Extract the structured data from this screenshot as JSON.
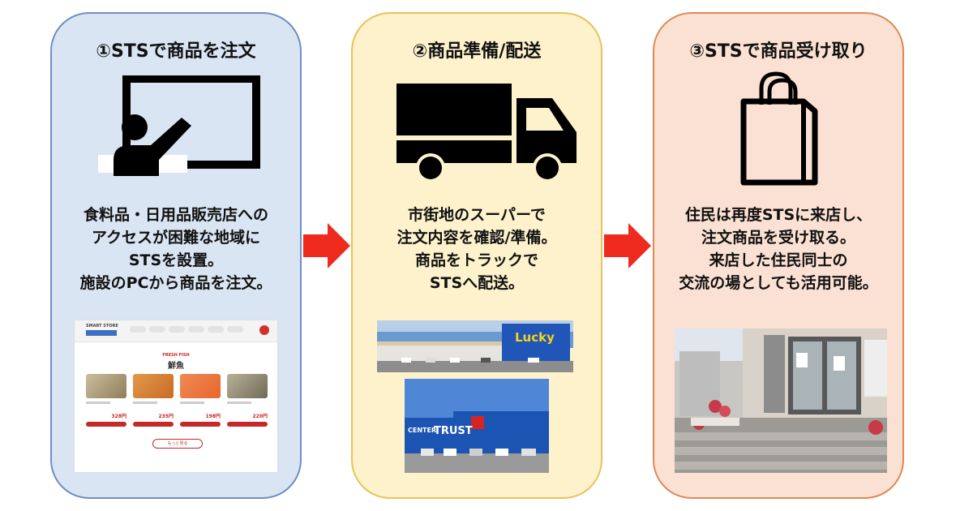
{
  "steps": [
    {
      "title": "①STSで商品を注文",
      "icon": "presentation-board-icon",
      "lines": [
        "食料品・日用品販売店への",
        "アクセスが困難な地域に",
        "STSを設置。",
        "施設のPCから商品を注文。"
      ],
      "screenshot": {
        "logo": "SMART STORE",
        "section_sub": "FRESH FISH",
        "section_title": "鮮魚",
        "prices": [
          "328円",
          "235円",
          "198円",
          "220円"
        ],
        "more_button": "もっと見る"
      }
    },
    {
      "title": "②商品準備/配送",
      "icon": "delivery-truck-icon",
      "lines": [
        "市街地のスーパーで",
        "注文内容を確認/準備。",
        "商品をトラックで",
        "STSへ配送。"
      ],
      "store_signs": [
        "Lucky",
        "CENTER",
        "TRUST"
      ]
    },
    {
      "title": "③STSで商品受け取り",
      "icon": "shopping-bag-icon",
      "lines": [
        "住民は再度STSに来店し、",
        "注文商品を受け取る。",
        "来店した住民同士の",
        "交流の場としても活用可能。"
      ]
    }
  ],
  "colors": {
    "panel1_bg": "#dae5f3",
    "panel2_bg": "#fdf2cc",
    "panel3_bg": "#fbe1d3",
    "arrow": "#ef2b1f"
  }
}
